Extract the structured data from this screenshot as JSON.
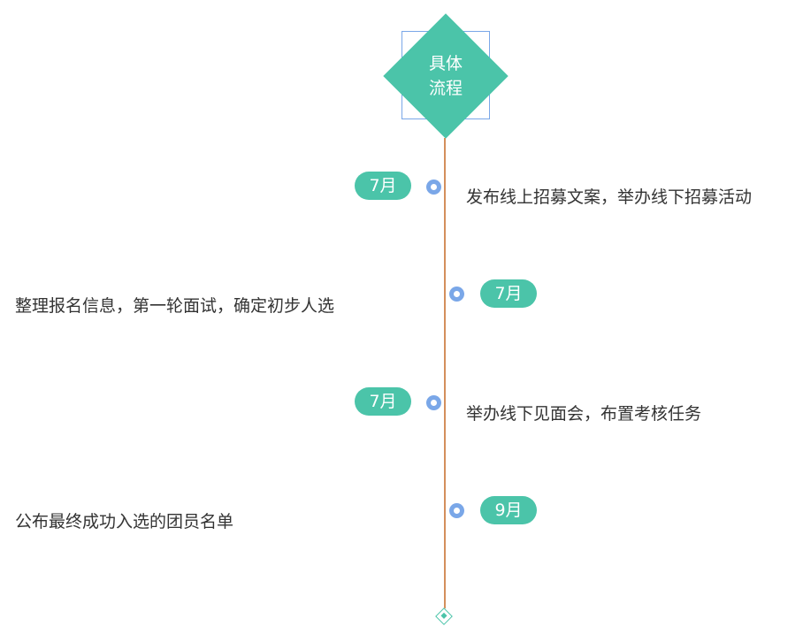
{
  "root": {
    "line1": "具体",
    "line2": "流程"
  },
  "events": [
    {
      "month": "7月",
      "text": "发布线上招募文案，举办线下招募活动"
    },
    {
      "month": "7月",
      "text": "整理报名信息，第一轮面试，确定初步人选"
    },
    {
      "month": "7月",
      "text": "举办线下见面会，布置考核任务"
    },
    {
      "month": "9月",
      "text": "公布最终成功入选的团员名单"
    }
  ],
  "colors": {
    "accent": "#4bc4a9",
    "dot": "#7aa7e8",
    "timeline": "#d48f5c",
    "text": "#333333"
  }
}
